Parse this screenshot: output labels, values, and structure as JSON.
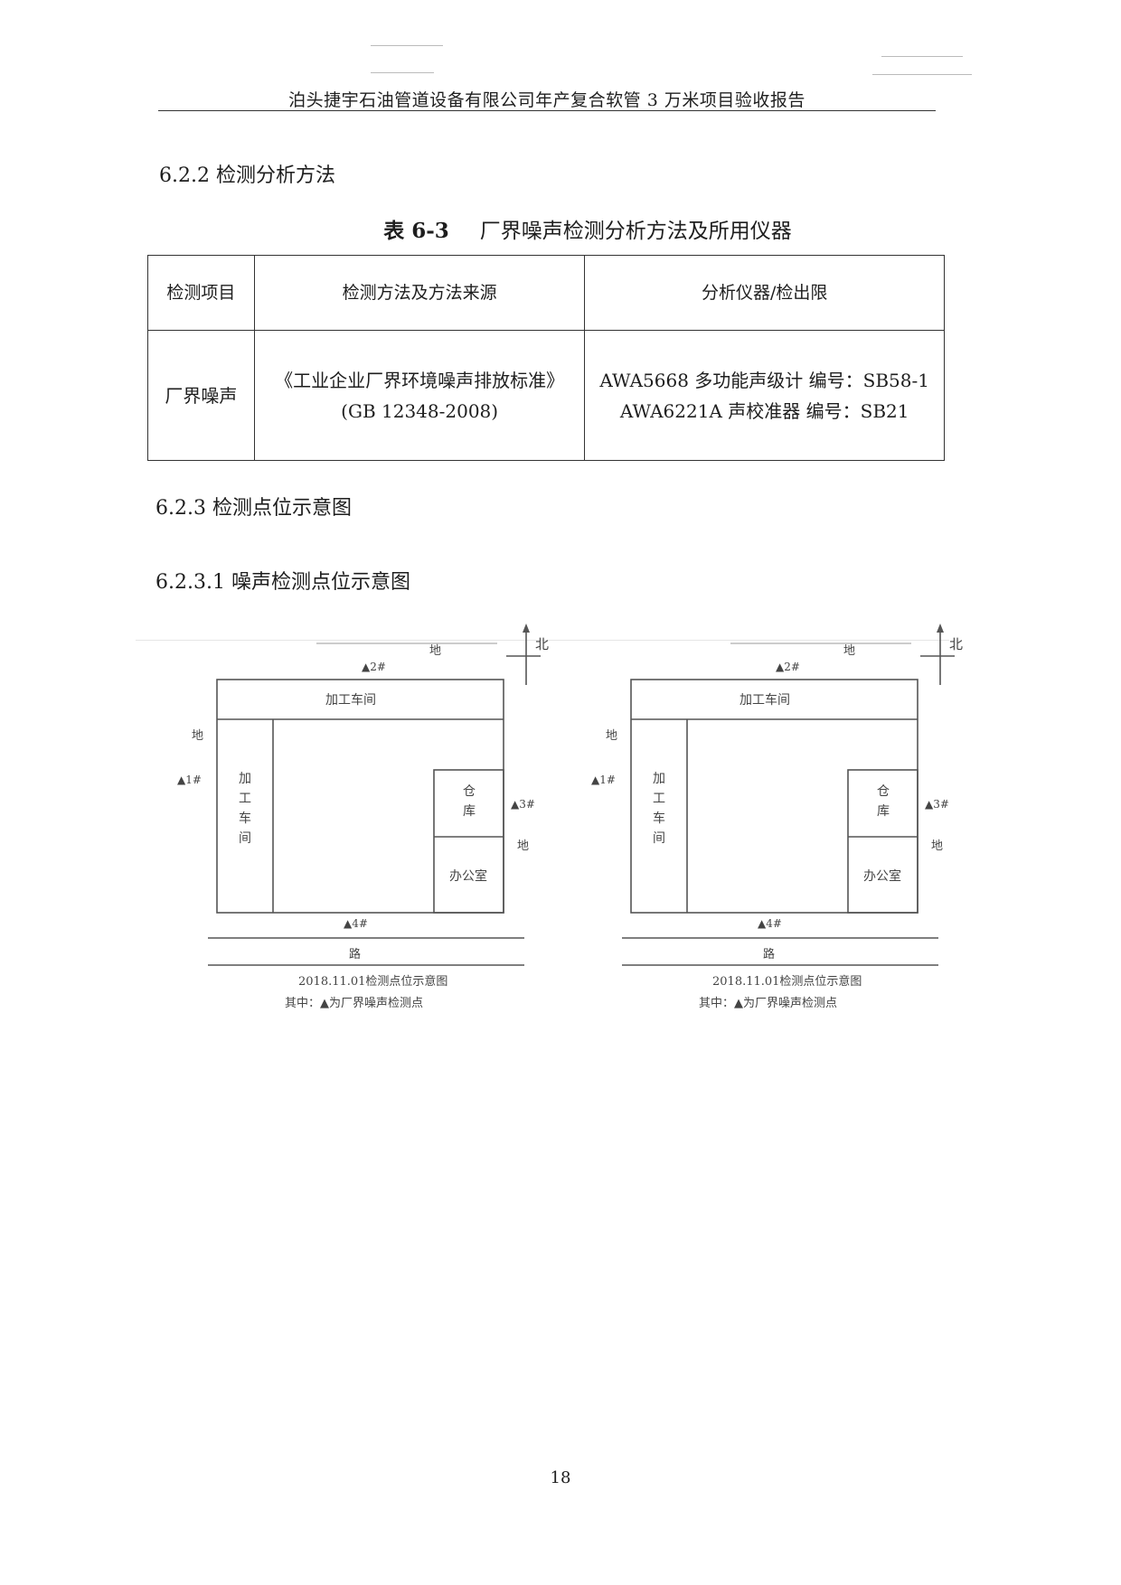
{
  "header": {
    "title": "泊头捷宇石油管道设备有限公司年产复合软管 3 万米项目验收报告"
  },
  "section_622": {
    "title": "6.2.2 检测分析方法"
  },
  "table": {
    "caption_num": "表 6-3",
    "caption_title": "厂界噪声检测分析方法及所用仪器",
    "headers": [
      "检测项目",
      "检测方法及方法来源",
      "分析仪器/检出限"
    ],
    "row": {
      "item": "厂界噪声",
      "method_line1": "《工业企业厂界环境噪声排放标准》",
      "method_line2": "(GB 12348-2008)",
      "instrument_line1": "AWA5668 多功能声级计  编号：SB58-1",
      "instrument_line2": "AWA6221A 声校准器  编号：SB21"
    }
  },
  "section_623": {
    "title": "6.2.3  检测点位示意图"
  },
  "section_6231": {
    "title": "6.2.3.1 噪声检测点位示意图"
  },
  "diagrams": [
    {
      "north": "北",
      "land_top": "地",
      "land_left": "地",
      "land_right": "地",
      "road": "路",
      "point1": "▲1#",
      "point2": "▲2#",
      "point3": "▲3#",
      "point4": "▲4#",
      "workshop_top": "加工车间",
      "workshop_left_1": "加",
      "workshop_left_2": "工",
      "workshop_left_3": "车",
      "workshop_left_4": "间",
      "warehouse_1": "仓",
      "warehouse_2": "库",
      "office": "办公室",
      "caption": "2018.11.01检测点位示意图",
      "legend": "其中：▲为厂界噪声检测点"
    },
    {
      "north": "北",
      "land_top": "地",
      "land_left": "地",
      "land_right": "地",
      "road": "路",
      "point1": "▲1#",
      "point2": "▲2#",
      "point3": "▲3#",
      "point4": "▲4#",
      "workshop_top": "加工车间",
      "workshop_left_1": "加",
      "workshop_left_2": "工",
      "workshop_left_3": "车",
      "workshop_left_4": "间",
      "warehouse_1": "仓",
      "warehouse_2": "库",
      "office": "办公室",
      "caption": "2018.11.01检测点位示意图",
      "legend": "其中：▲为厂界噪声检测点"
    }
  ],
  "page": {
    "number": "18"
  }
}
